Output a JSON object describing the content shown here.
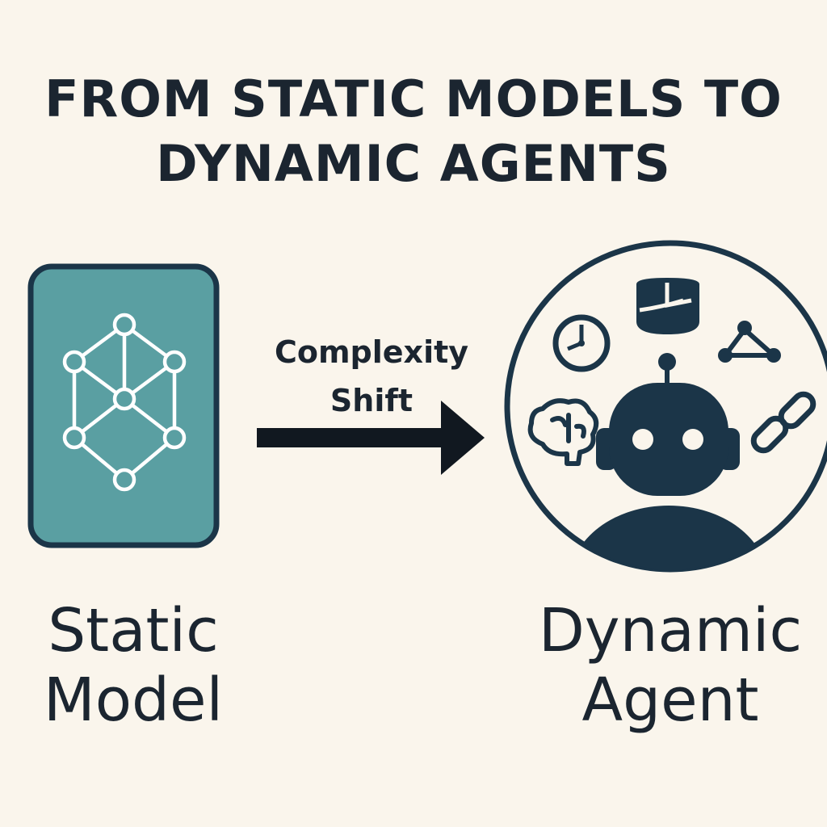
{
  "title": {
    "line1": "FROM STATIC MODELS TO",
    "line2": "DYNAMIC AGENTS"
  },
  "arrow": {
    "line1": "Complexity",
    "line2": "Shift"
  },
  "static_model": {
    "line1": "Static",
    "line2": "Model",
    "icon": "network-graph-icon"
  },
  "dynamic_agent": {
    "line1": "Dynamic",
    "line2": "Agent",
    "icons": [
      "robot-icon",
      "clock-icon",
      "pie-chart-icon",
      "triangle-network-icon",
      "brain-icon",
      "chain-link-icon"
    ]
  },
  "colors": {
    "background": "#faf5ec",
    "dark": "#1b3548",
    "teal": "#5a9fa2",
    "text": "#1b2530"
  }
}
